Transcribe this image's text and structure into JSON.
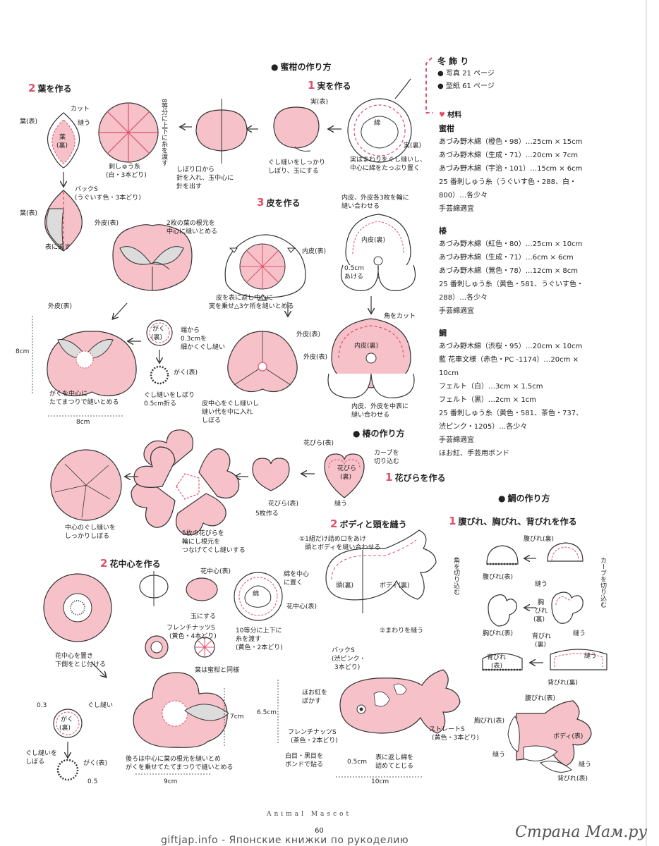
{
  "title_block": {
    "title": "冬 飾 り",
    "photo": "写真 21 ページ",
    "pattern": "型紙 61 ページ"
  },
  "materials": {
    "heading": "材料",
    "mikan": {
      "name": "蜜柑",
      "items": [
        "あづみ野木綿（橙色・98）…25cm × 15cm",
        "あづみ野木綿（生成・71）…20cm × 7cm",
        "あづみ野木綿（宇治・101）…15cm × 6cm",
        "25 番刺しゅう糸（うぐいす色・288、白・",
        "800）…各少々",
        "手芸綿適宜"
      ]
    },
    "tsubaki": {
      "name": "椿",
      "items": [
        "あづみ野木綿（紅色・80）…25cm × 10cm",
        "あづみ野木綿（生成・71）…6cm × 6cm",
        "あづみ野木綿（鶯色・78）…12cm × 8cm",
        "25 番刺しゅう糸（黄色・581、うぐいす色・",
        "288）…各少々",
        "手芸綿適宜"
      ]
    },
    "tai": {
      "name": "鯛",
      "items": [
        "あづみ野木綿（渋桜・95）…20cm × 10cm",
        "藍 花車文様（赤色・PC -1174）…20cm ×",
        "10cm",
        "フェルト（白）…3cm × 1.5cm",
        "フェルト（黒）…2cm × 1cm",
        "25 番刺しゅう糸（黄色・581、茶色・737、",
        "渋ピンク・1205）…各少々",
        "手芸綿適宜",
        "ほお紅、手芸用ボンド"
      ]
    }
  },
  "mikan": {
    "heading": "蜜柑の作り方",
    "step1": {
      "num": "1",
      "title": "実を作る",
      "labels": {
        "mi_omote": "実(表)",
        "men": "綿",
        "mi_ura": "実(裏)",
        "note_a": "実はまわりをぐし縫いし、",
        "note_b": "中心に綿をたっぷり置く",
        "gushi_a": "ぐし縫いをしっかり",
        "gushi_b": "しぼり、玉にする",
        "shibori_a": "しぼり口から",
        "shibori_b": "針を入れ、玉中心に",
        "shibori_c": "針を出す",
        "watasu": "8等分に上下に糸を渡す",
        "shishu_a": "刺しゅう糸",
        "shishu_b": "(白・3本どり)"
      }
    },
    "step2": {
      "num": "2",
      "title": "葉を作る",
      "labels": {
        "cut": "カット",
        "ha_omote": "葉(表)",
        "nuu": "縫う",
        "ha_ura_a": "葉",
        "ha_ura_b": "(裏)",
        "back_a": "バックS",
        "back_b": "(うぐいす色・3本どり)",
        "ha_omote2": "葉(表)",
        "omote_ni": "表に返す"
      }
    },
    "step3": {
      "num": "3",
      "title": "皮を作る",
      "labels": {
        "gaihi": "外皮(表)",
        "two_leaves_a": "2枚の葉の根元を",
        "two_leaves_b": "中心に縫いとめる",
        "naihi": "内皮(表)",
        "sewn_a": "皮を表に返し中心に",
        "sewn_b": "実を乗せ△3ケ所を縫いとめる",
        "naihi3_a": "内皮、外皮各3枚を輪に",
        "naihi3_b": "縫い合わせる",
        "naihi_ura": "内皮(裏)",
        "cm05": "0.5cm",
        "akeru": "あける",
        "kado": "角をカット",
        "naihi_ura2": "内皮(裏)",
        "gaihi2": "外皮(表)",
        "chuou_a": "内皮、外皮を中表に",
        "chuou_b": "縫い合わせる",
        "gaku_ura_a": "がく",
        "gaku_ura_b": "(裏)",
        "hashi_a": "端から",
        "hashi_b": "0.3cmを",
        "hashi_c": "細かくぐし縫い",
        "gaku_omote": "がく(表)",
        "gushi2_a": "ぐし縫いをしぼり",
        "gushi2_b": "0.5cm折る",
        "gaihi3": "外皮(表)",
        "gaihi4": "外皮(表)",
        "center_a": "皮中心をぐし縫いし",
        "center_b": "縫い代を中に入れ",
        "center_c": "しぼる",
        "gaku_center_a": "がくを中心に",
        "gaku_center_b": "たてまつりで縫いとめる",
        "size8": "8cm",
        "size8b": "8cm"
      }
    }
  },
  "tsubaki": {
    "heading": "椿の作り方",
    "step1": {
      "num": "1",
      "title": "花びらを作る",
      "labels": {
        "hanabira_omote": "花びら(表)",
        "curve_a": "カーブを",
        "curve_b": "切り込む",
        "hanabira_ura_a": "花びら",
        "hanabira_ura_b": "(裏)",
        "nuu": "縫う",
        "hanabira_omote2": "花びら(表)",
        "five": "5枚作る",
        "five_a": "5枚の花びらを",
        "five_b": "輪にし根元を",
        "five_c": "つなげてぐし縫いする",
        "chushin_a": "中心のぐし縫いを",
        "chushin_b": "しっかりしぼる"
      }
    },
    "step2": {
      "num": "2",
      "title": "花中心を作る",
      "labels": {
        "hana_chushin": "花中心(表)",
        "wata_a": "綿を中心",
        "wata_b": "に置く",
        "men": "綿",
        "hana_chushin2": "花中心(表)",
        "tama": "玉にする",
        "french_a": "フレンチナッツS",
        "french_b": "(黄色・4本どり)",
        "ten_a": "10等分に上下に",
        "ten_b": "糸を渡す",
        "ten_c": "(黄色・2本どり)",
        "place_a": "花中心を置き",
        "place_b": "下側をとじ付ける",
        "ha_a": "葉は蜜柑と同様",
        "cm7": "7cm",
        "gaku_cm": "0.3",
        "gushi_a": "ぐし縫い",
        "gaku_ura_a": "がく",
        "gaku_ura_b": "(裏)",
        "gushi2_a": "ぐし縫いを",
        "gushi2_b": "しぼる",
        "gaku_omote": "がく(表)",
        "cm05": "0.5",
        "back_a": "後ろは中心に葉の根元を縫いとめ",
        "back_b": "がくを乗せてたてまつりで縫いとめる",
        "cm9": "9cm"
      }
    }
  },
  "tai": {
    "heading": "鯛の作り方",
    "step1": {
      "num": "1",
      "title": "腹びれ、胸びれ、背びれを作る",
      "labels": {
        "harabire_ura": "腹びれ(裏)",
        "harabire_omote": "腹びれ(表)",
        "nuu1": "縫う",
        "curve": "カーブを切り込む",
        "munabire_a": "胸",
        "munabire_b": "びれ",
        "munabire_c": "(裏)",
        "munabire_omote": "胸びれ(表)",
        "sebire_a": "背びれ",
        "sebire_b": "(表)",
        "nuu2": "縫う",
        "sebire_ura_a": "背びれ",
        "sebire_ura_b": "(裏)",
        "sebire_ura2": "背びれ(裏)",
        "nuu3": "縫う"
      }
    },
    "step2": {
      "num": "2",
      "title": "ボディと頭を縫う",
      "labels": {
        "one_a": "①1組だけ詰め口をあけ",
        "one_b": "頭とボディを縫い合わせる",
        "kado": "角を切り込む",
        "atama_ura": "頭(裏)",
        "body_ura": "ボディ(裏)",
        "two": "②まわりを縫う",
        "back_a": "バックS",
        "back_b": "(渋ピンク・",
        "back_c": "3本どり)",
        "hoo_a": "ほお紅を",
        "hoo_b": "ぼかす",
        "cm65": "6.5cm",
        "french_a": "フレンチナッツS",
        "french_b": "(茶色・2本どり)",
        "shirome_a": "白目・黒目を",
        "shirome_b": "ボンドで貼る",
        "cm05": "0.5cm",
        "omote_a": "表に返し綿を",
        "omote_b": "詰めてとじる",
        "straight_a": "ストレートS",
        "straight_b": "(黄色・3本どり)",
        "cm10": "10cm",
        "harabire_omote": "腹びれ(表)",
        "munabire_omote": "胸びれ(表)",
        "body_omote": "ボディ(表)",
        "nuu": "縫う",
        "nuu2": "縫う",
        "sebire_omote": "背びれ(表)"
      }
    }
  },
  "footer": {
    "series": "Animal Mascot",
    "page": "60",
    "site": "giftjap.info - Японские книжки по рукоделию",
    "logo": "Страна Мам.ру"
  },
  "colors": {
    "pink": "#f6c1c8",
    "stitch": "#e0506a",
    "gray": "#cfcfcf",
    "accent": "#e0506a"
  }
}
